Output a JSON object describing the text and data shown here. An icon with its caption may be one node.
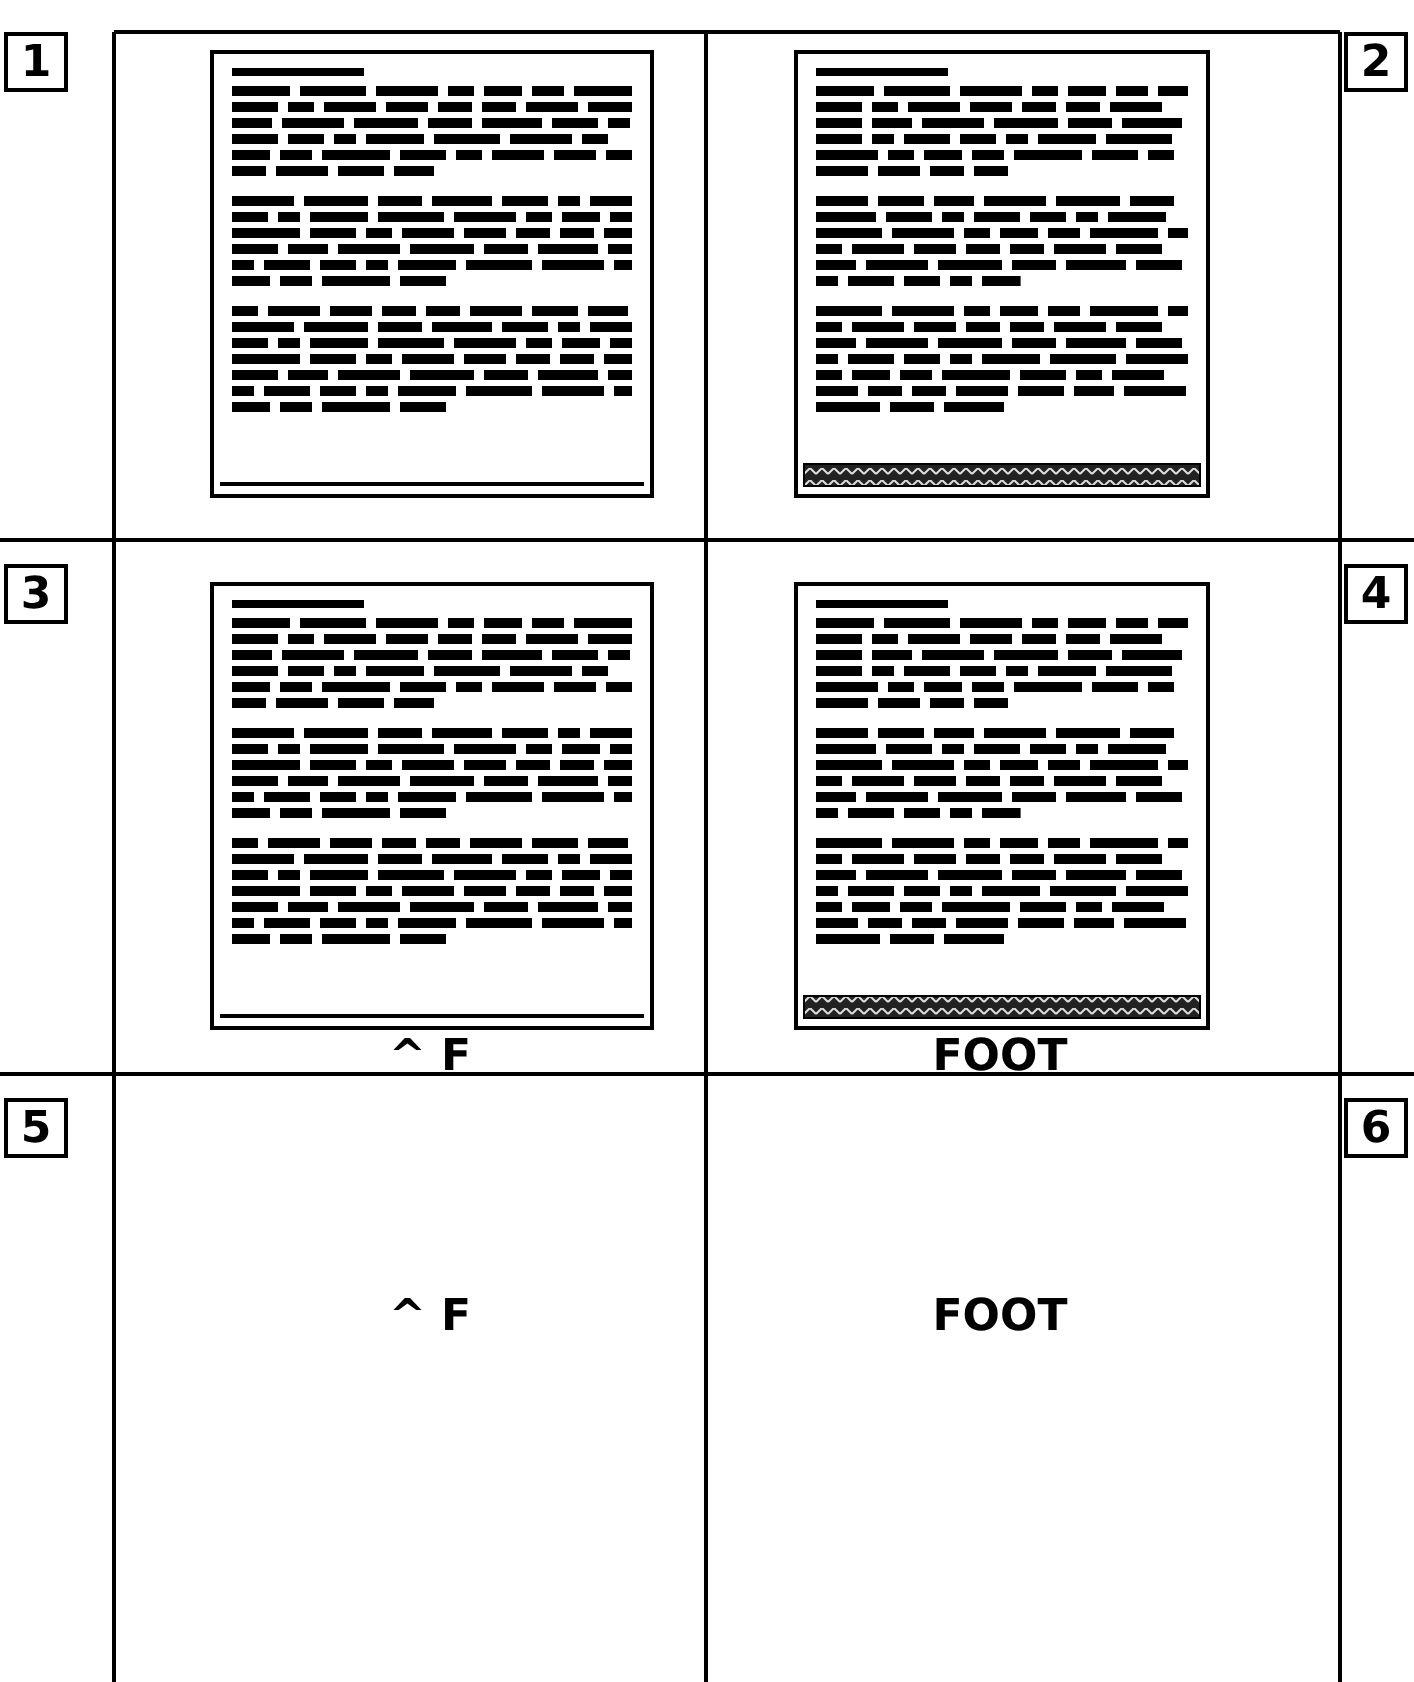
{
  "diagram": {
    "nodes": [
      {
        "text": [
          "1"
        ]
      },
      {
        "text": [
          "2"
        ]
      },
      {
        "text": [
          "3"
        ]
      },
      {
        "text": [
          "4"
        ]
      },
      {
        "text": [
          "5"
        ]
      },
      {
        "text": [
          "6"
        ]
      }
    ],
    "labels": [
      "^ F",
      "FOOT",
      "^ F",
      "FOOT"
    ]
  }
}
